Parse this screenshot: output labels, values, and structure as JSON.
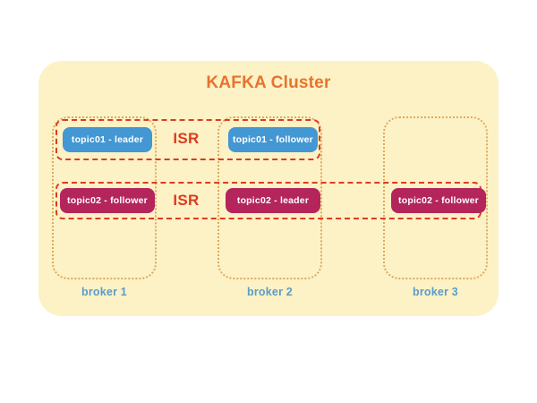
{
  "diagram": {
    "title": "KAFKA Cluster",
    "colors": {
      "panel_background": "#fcf2c6",
      "title_orange": "#e8732f",
      "isr_red": "#dd3b22",
      "broker_border_orange": "#e0a95c",
      "broker_label_blue": "#5b9bc8",
      "replica_blue": "#4397d3",
      "replica_magenta": "#b4255c",
      "page_background": "#ffffff"
    },
    "brokers": [
      {
        "id": "broker-1",
        "label": "broker 1"
      },
      {
        "id": "broker-2",
        "label": "broker 2"
      },
      {
        "id": "broker-3",
        "label": "broker 3"
      }
    ],
    "isr_groups": [
      {
        "id": "isr-topic01",
        "label": "ISR",
        "topic": "topic01",
        "spans_brokers": [
          "broker 1",
          "broker 2"
        ]
      },
      {
        "id": "isr-topic02",
        "label": "ISR",
        "topic": "topic02",
        "spans_brokers": [
          "broker 1",
          "broker 2",
          "broker 3"
        ]
      }
    ],
    "replicas": [
      {
        "id": "b1-topic01",
        "broker": "broker 1",
        "topic": "topic01",
        "role": "leader",
        "label": "topic01 - leader",
        "color": "blue"
      },
      {
        "id": "b2-topic01",
        "broker": "broker 2",
        "topic": "topic01",
        "role": "follower",
        "label": "topic01 - follower",
        "color": "blue"
      },
      {
        "id": "b1-topic02",
        "broker": "broker 1",
        "topic": "topic02",
        "role": "follower",
        "label": "topic02 - follower",
        "color": "magenta"
      },
      {
        "id": "b2-topic02",
        "broker": "broker 2",
        "topic": "topic02",
        "role": "leader",
        "label": "topic02 - leader",
        "color": "magenta"
      },
      {
        "id": "b3-topic02",
        "broker": "broker 3",
        "topic": "topic02",
        "role": "follower",
        "label": "topic02 - follower",
        "color": "magenta"
      }
    ]
  }
}
